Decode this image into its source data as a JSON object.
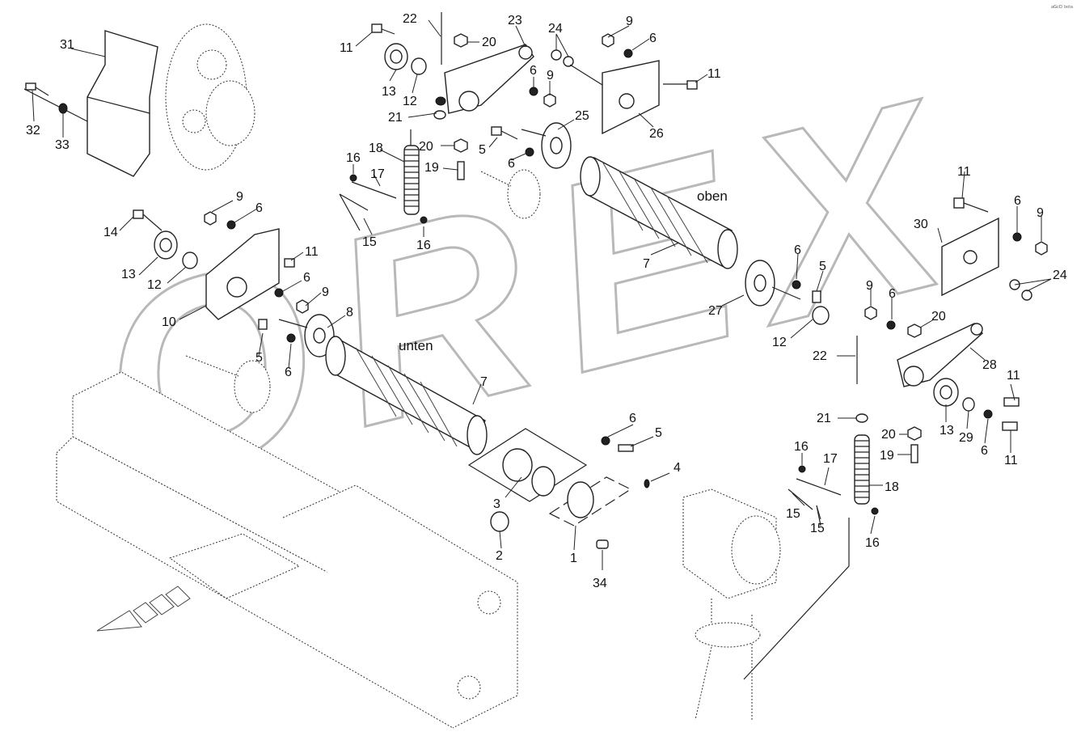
{
  "watermark": "OREX",
  "words": {
    "oben": "oben",
    "unten": "unten"
  },
  "logo": "ᵃᴳᶜᴼ ᵇᵉᵗᵃ",
  "labels": [
    {
      "id": "l31",
      "text": "31"
    },
    {
      "id": "l32",
      "text": "32"
    },
    {
      "id": "l33",
      "text": "33"
    },
    {
      "id": "l11a",
      "text": "11"
    },
    {
      "id": "l22a",
      "text": "22"
    },
    {
      "id": "l20a",
      "text": "20"
    },
    {
      "id": "l23",
      "text": "23"
    },
    {
      "id": "l24a",
      "text": "24"
    },
    {
      "id": "l9a",
      "text": "9"
    },
    {
      "id": "l6a",
      "text": "6"
    },
    {
      "id": "l11b",
      "text": "11"
    },
    {
      "id": "l13a",
      "text": "13"
    },
    {
      "id": "l12a",
      "text": "12"
    },
    {
      "id": "l6b",
      "text": "6"
    },
    {
      "id": "l9b",
      "text": "9"
    },
    {
      "id": "l21a",
      "text": "21"
    },
    {
      "id": "l25",
      "text": "25"
    },
    {
      "id": "l26",
      "text": "26"
    },
    {
      "id": "l18a",
      "text": "18"
    },
    {
      "id": "l20b",
      "text": "20"
    },
    {
      "id": "l5a",
      "text": "5"
    },
    {
      "id": "l16a",
      "text": "16"
    },
    {
      "id": "l19a",
      "text": "19"
    },
    {
      "id": "l6c",
      "text": "6"
    },
    {
      "id": "l17a",
      "text": "17"
    },
    {
      "id": "l9c",
      "text": "9"
    },
    {
      "id": "l6d",
      "text": "6"
    },
    {
      "id": "l14",
      "text": "14"
    },
    {
      "id": "l15a",
      "text": "15"
    },
    {
      "id": "l16b",
      "text": "16"
    },
    {
      "id": "l11c",
      "text": "11"
    },
    {
      "id": "l13b",
      "text": "13"
    },
    {
      "id": "l12b",
      "text": "12"
    },
    {
      "id": "l6e",
      "text": "6"
    },
    {
      "id": "l9d",
      "text": "9"
    },
    {
      "id": "l10",
      "text": "10"
    },
    {
      "id": "l8",
      "text": "8"
    },
    {
      "id": "l5b",
      "text": "5"
    },
    {
      "id": "l6f",
      "text": "6"
    },
    {
      "id": "l7a",
      "text": "7"
    },
    {
      "id": "l7b",
      "text": "7"
    },
    {
      "id": "l11d",
      "text": "11"
    },
    {
      "id": "l30",
      "text": "30"
    },
    {
      "id": "l6g",
      "text": "6"
    },
    {
      "id": "l9e",
      "text": "9"
    },
    {
      "id": "l6h",
      "text": "6"
    },
    {
      "id": "l5c",
      "text": "5"
    },
    {
      "id": "l24b",
      "text": "24"
    },
    {
      "id": "l27",
      "text": "27"
    },
    {
      "id": "l9f",
      "text": "9"
    },
    {
      "id": "l6i",
      "text": "6"
    },
    {
      "id": "l20c",
      "text": "20"
    },
    {
      "id": "l12c",
      "text": "12"
    },
    {
      "id": "l22b",
      "text": "22"
    },
    {
      "id": "l28",
      "text": "28"
    },
    {
      "id": "l11e",
      "text": "11"
    },
    {
      "id": "l13c",
      "text": "13"
    },
    {
      "id": "l29",
      "text": "29"
    },
    {
      "id": "l6j",
      "text": "6"
    },
    {
      "id": "l11f",
      "text": "11"
    },
    {
      "id": "l21b",
      "text": "21"
    },
    {
      "id": "l20d",
      "text": "20"
    },
    {
      "id": "l19b",
      "text": "19"
    },
    {
      "id": "l16c",
      "text": "16"
    },
    {
      "id": "l17b",
      "text": "17"
    },
    {
      "id": "l18b",
      "text": "18"
    },
    {
      "id": "l15b",
      "text": "15"
    },
    {
      "id": "l15c",
      "text": "15"
    },
    {
      "id": "l16d",
      "text": "16"
    },
    {
      "id": "l6k",
      "text": "6"
    },
    {
      "id": "l5d",
      "text": "5"
    },
    {
      "id": "l4",
      "text": "4"
    },
    {
      "id": "l3",
      "text": "3"
    },
    {
      "id": "l2",
      "text": "2"
    },
    {
      "id": "l1",
      "text": "1"
    },
    {
      "id": "l34",
      "text": "34"
    }
  ]
}
